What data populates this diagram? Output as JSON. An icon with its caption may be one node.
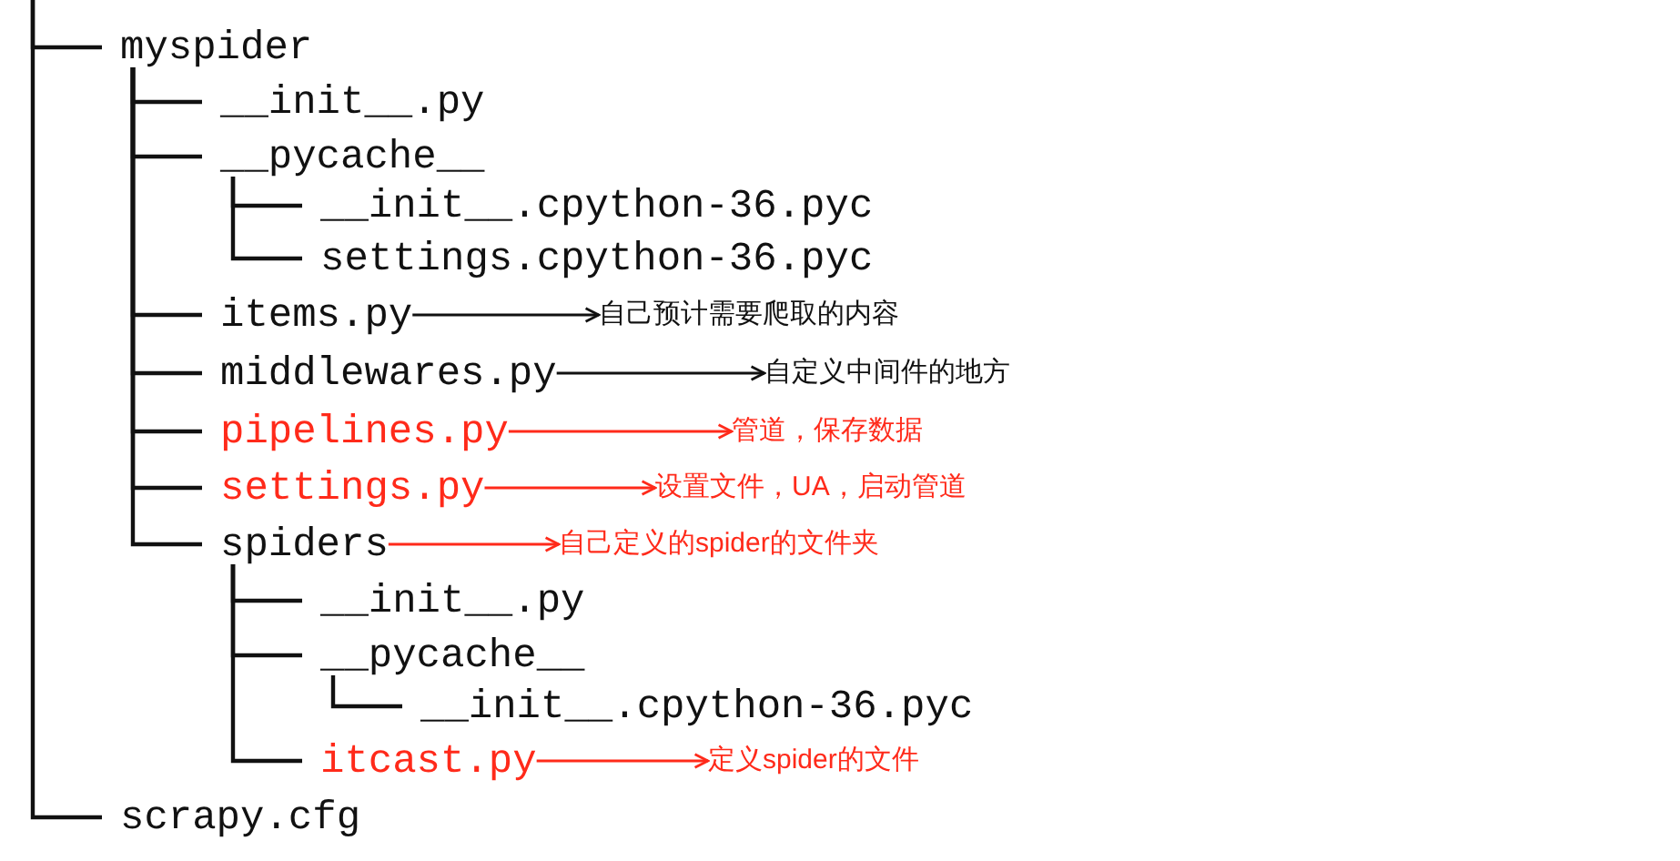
{
  "diagram": {
    "nodes": [
      {
        "text": [
          "myspider"
        ]
      },
      {
        "text": [
          "__init__.py"
        ]
      },
      {
        "text": [
          "__pycache__"
        ]
      },
      {
        "text": [
          "__init__.cpython-36.pyc"
        ]
      },
      {
        "text": [
          "settings.cpython-36.pyc"
        ]
      },
      {
        "text": [
          "items.py"
        ]
      },
      {
        "text": [
          "自己预计需要爬取的内容"
        ]
      },
      {
        "text": [
          "middlewares.py"
        ]
      },
      {
        "text": [
          "自定义中间件的地方"
        ]
      },
      {
        "text": [
          "pipelines.py"
        ]
      },
      {
        "text": [
          "管道，保存数据"
        ]
      },
      {
        "text": [
          "settings.py"
        ]
      },
      {
        "text": [
          "设置文件，UA，启动管道"
        ]
      },
      {
        "text": [
          "spiders"
        ]
      },
      {
        "text": [
          "自己定义的spider的文件夹"
        ]
      },
      {
        "text": [
          "__init__.py"
        ]
      },
      {
        "text": [
          "__pycache__"
        ]
      },
      {
        "text": [
          "__init__.cpython-36.pyc"
        ]
      },
      {
        "text": [
          "itcast.py"
        ]
      },
      {
        "text": [
          "定义spider的文件"
        ]
      },
      {
        "text": [
          "scrapy.cfg"
        ]
      }
    ],
    "edges": [
      {
        "from": null,
        "to": 0,
        "arrow": "none"
      },
      {
        "from": null,
        "to": 20,
        "arrow": "none"
      },
      {
        "from": 0,
        "to": 1,
        "arrow": "none"
      },
      {
        "from": 0,
        "to": 2,
        "arrow": "none"
      },
      {
        "from": 2,
        "to": 3,
        "arrow": "none"
      },
      {
        "from": 2,
        "to": 4,
        "arrow": "none"
      },
      {
        "from": 0,
        "to": 5,
        "arrow": "none"
      },
      {
        "from": 0,
        "to": 7,
        "arrow": "none"
      },
      {
        "from": 0,
        "to": 9,
        "arrow": "none"
      },
      {
        "from": 0,
        "to": 11,
        "arrow": "none"
      },
      {
        "from": 0,
        "to": 13,
        "arrow": "none"
      },
      {
        "from": 13,
        "to": 15,
        "arrow": "none"
      },
      {
        "from": 13,
        "to": 16,
        "arrow": "none"
      },
      {
        "from": 16,
        "to": 17,
        "arrow": "none"
      },
      {
        "from": 13,
        "to": 18,
        "arrow": "none"
      },
      {
        "from": 5,
        "to": 6,
        "arrow": "to"
      },
      {
        "from": 7,
        "to": 8,
        "arrow": "to"
      },
      {
        "from": 9,
        "to": 10,
        "arrow": "to",
        "color": "#ff2a1a"
      },
      {
        "from": 11,
        "to": 12,
        "arrow": "to",
        "color": "#ff2a1a"
      },
      {
        "from": 13,
        "to": 14,
        "arrow": "to",
        "color": "#ff2a1a"
      },
      {
        "from": 18,
        "to": 19,
        "arrow": "to",
        "color": "#ff2a1a"
      }
    ]
  }
}
